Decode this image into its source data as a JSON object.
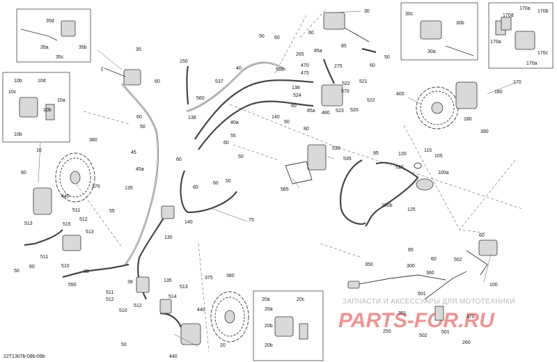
{
  "figure_code": "22T1307b-08b-09b",
  "watermark": {
    "line1": "ЗАПЧАСТИ И АКСЕССУАРЫ ДЛЯ МОТОТЕХНИКИ",
    "line2": "PARTS-FOR.RU"
  },
  "labels": {
    "l30": "30",
    "l30a": "30a",
    "l30b": "30b",
    "l30c": "30c",
    "l35": "35",
    "l35a": "35a",
    "l35b": "35b",
    "l35c": "35c",
    "l35d": "35d",
    "l170a1": "170a",
    "l170a2": "170a",
    "l170a3": "170a",
    "l170b": "170b",
    "l170c": "170c",
    "l170d": "170d",
    "l170": "170",
    "l10a": "10a",
    "l10b1": "10b",
    "l10b2": "10b",
    "l10b3": "10b",
    "l10c": "10c",
    "l10d": "10d",
    "l10": "10",
    "l150": "150",
    "l40": "40",
    "l40a": "40a",
    "l537": "537",
    "l560a": "560",
    "l560b": "560",
    "l265": "265",
    "l470": "470",
    "l475": "475",
    "l85a1": "85a",
    "l85a2": "85a",
    "l85": "85",
    "l275": "275",
    "l50a": "50",
    "l50b": "50",
    "l50c": "50",
    "l50d": "50",
    "l50e": "50",
    "l50f": "50",
    "l50g": "50",
    "l50h": "50",
    "l60a": "60",
    "l60b": "60",
    "l60c": "60",
    "l60d": "60",
    "l60e": "60",
    "l60f": "60",
    "l60g": "60",
    "l60h": "60",
    "l60i": "60",
    "l60j": "60",
    "l60k": "60",
    "l60l": "60",
    "l60m": "60",
    "l60n": "60",
    "l521": "521",
    "l522a": "522",
    "l522b": "522",
    "l524": "524",
    "l138a": "138",
    "l138b": "138",
    "l570": "570",
    "l520": "520",
    "l523": "523",
    "l480": "480",
    "l140a": "140",
    "l140b": "140",
    "l80": "80",
    "l400": "400",
    "l180a": "180",
    "l180b": "180",
    "l390": "390",
    "l380a": "380",
    "l380b": "380",
    "l375a": "375",
    "l375b": "375",
    "l45": "45",
    "l45a": "45a",
    "l55a": "55",
    "l55b": "55",
    "l135a": "135",
    "l135b": "135",
    "l530": "530",
    "l535": "535",
    "l565": "565",
    "l95": "95",
    "l120": "120",
    "l115": "115",
    "l105": "105",
    "l110": "110",
    "l100a": "100a",
    "l100b": "100b",
    "l125": "125",
    "l100": "100",
    "l440a": "440",
    "l440b": "440",
    "l440c": "440",
    "l511a": "511",
    "l511b": "511",
    "l511c": "511",
    "l512a": "512",
    "l512b": "512",
    "l512c": "512",
    "l513a": "513",
    "l513b": "513",
    "l513c": "513",
    "l515": "515",
    "l510a": "510",
    "l510b": "510",
    "l550": "550",
    "l39": "39",
    "l38": "38",
    "l130": "130",
    "l75": "75",
    "l514": "514",
    "l65": "65",
    "l350": "350",
    "l300": "300",
    "l360": "360",
    "l502a": "502",
    "l502b": "502",
    "l501a": "501",
    "l501b": "501",
    "l250": "250",
    "l351": "351",
    "l370": "370",
    "l260": "260",
    "l20": "20",
    "l20a1": "20a",
    "l20a2": "20a",
    "l20b1": "20b",
    "l20b2": "20b",
    "l20c": "20c"
  }
}
